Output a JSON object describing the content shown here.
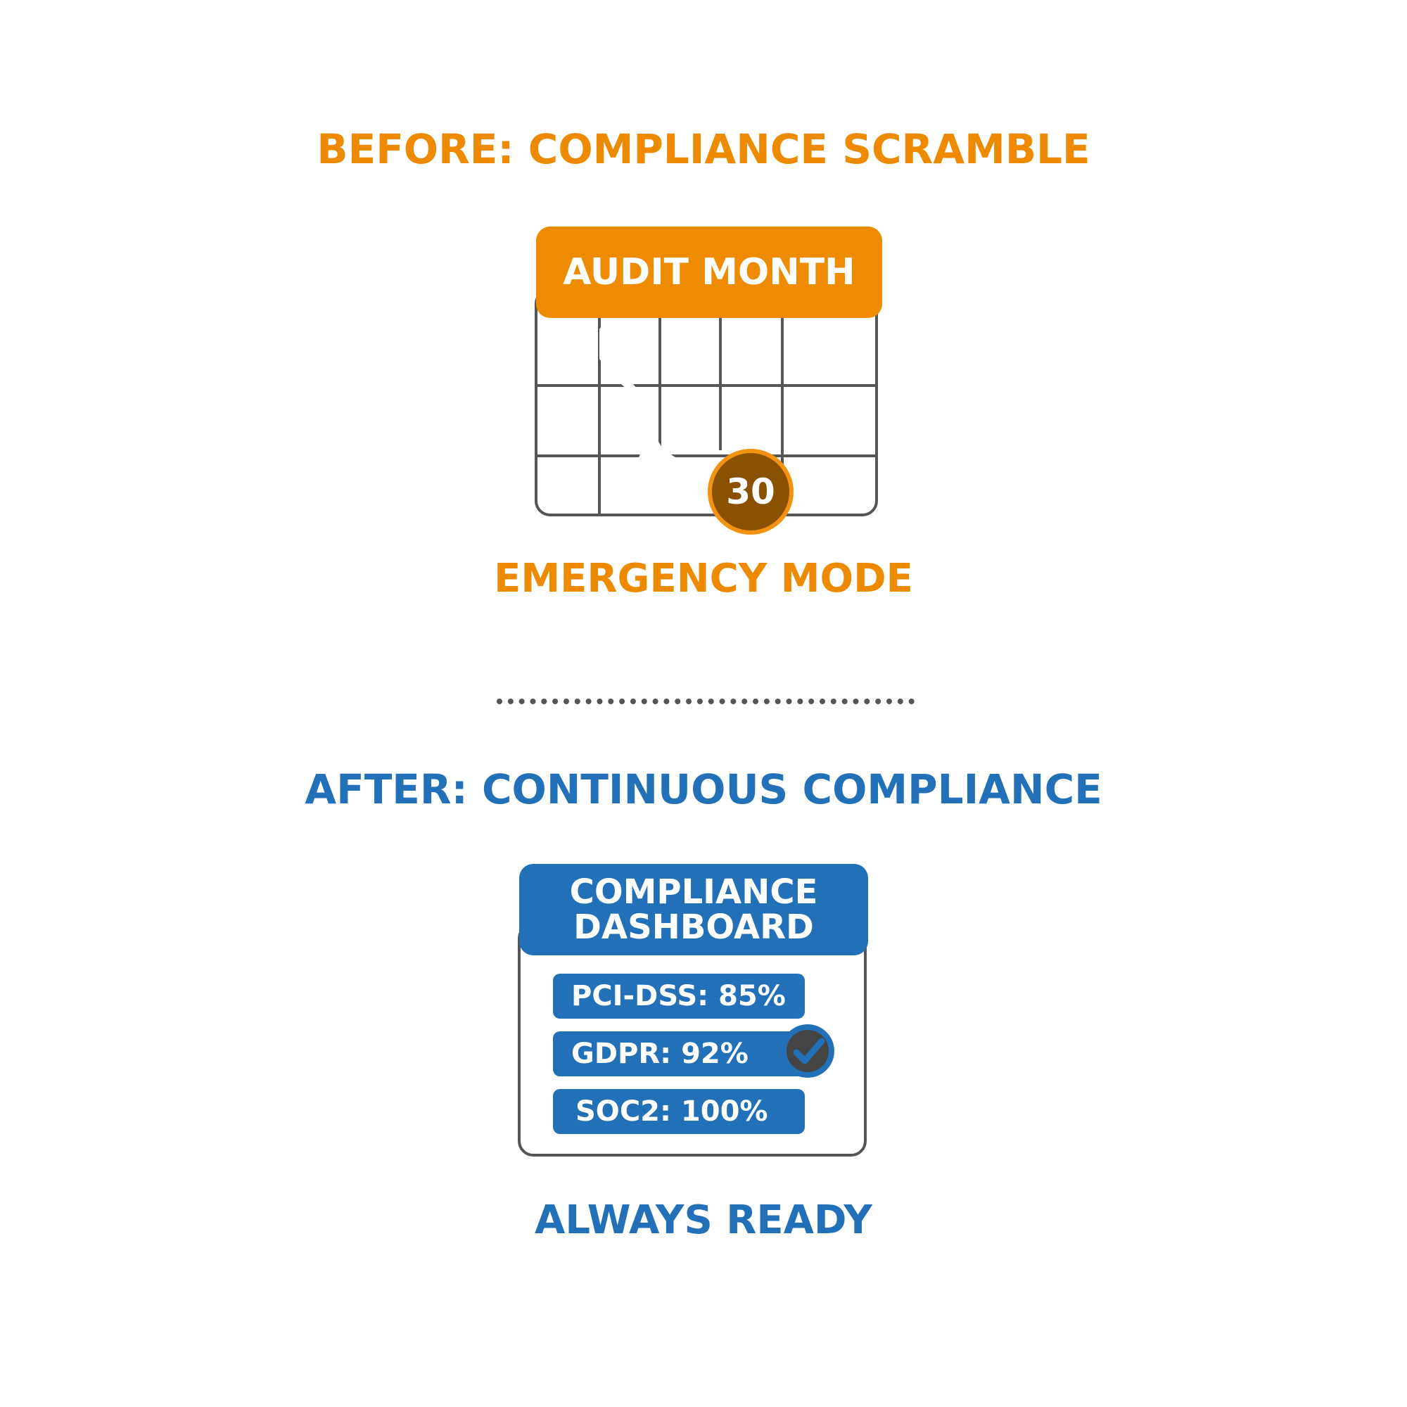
{
  "before": {
    "title": "BEFORE: COMPLIANCE SCRAMBLE",
    "calendar_header": "AUDIT MONTH",
    "day_badge": "30",
    "caption": "EMERGENCY MODE",
    "accent_color": "#EE8A00",
    "badge_fill_color": "#8A5200"
  },
  "divider": {
    "style": "dotted",
    "color": "#555555"
  },
  "after": {
    "title": "AFTER: CONTINUOUS COMPLIANCE",
    "dashboard_header_line1": "COMPLIANCE",
    "dashboard_header_line2": "DASHBOARD",
    "metrics": [
      {
        "label": "PCI-DSS: 85%"
      },
      {
        "label": "GDPR: 92%",
        "icon": "checkmark-icon"
      },
      {
        "label": "SOC2: 100%"
      }
    ],
    "caption": "ALWAYS READY",
    "accent_color": "#2270B8"
  }
}
